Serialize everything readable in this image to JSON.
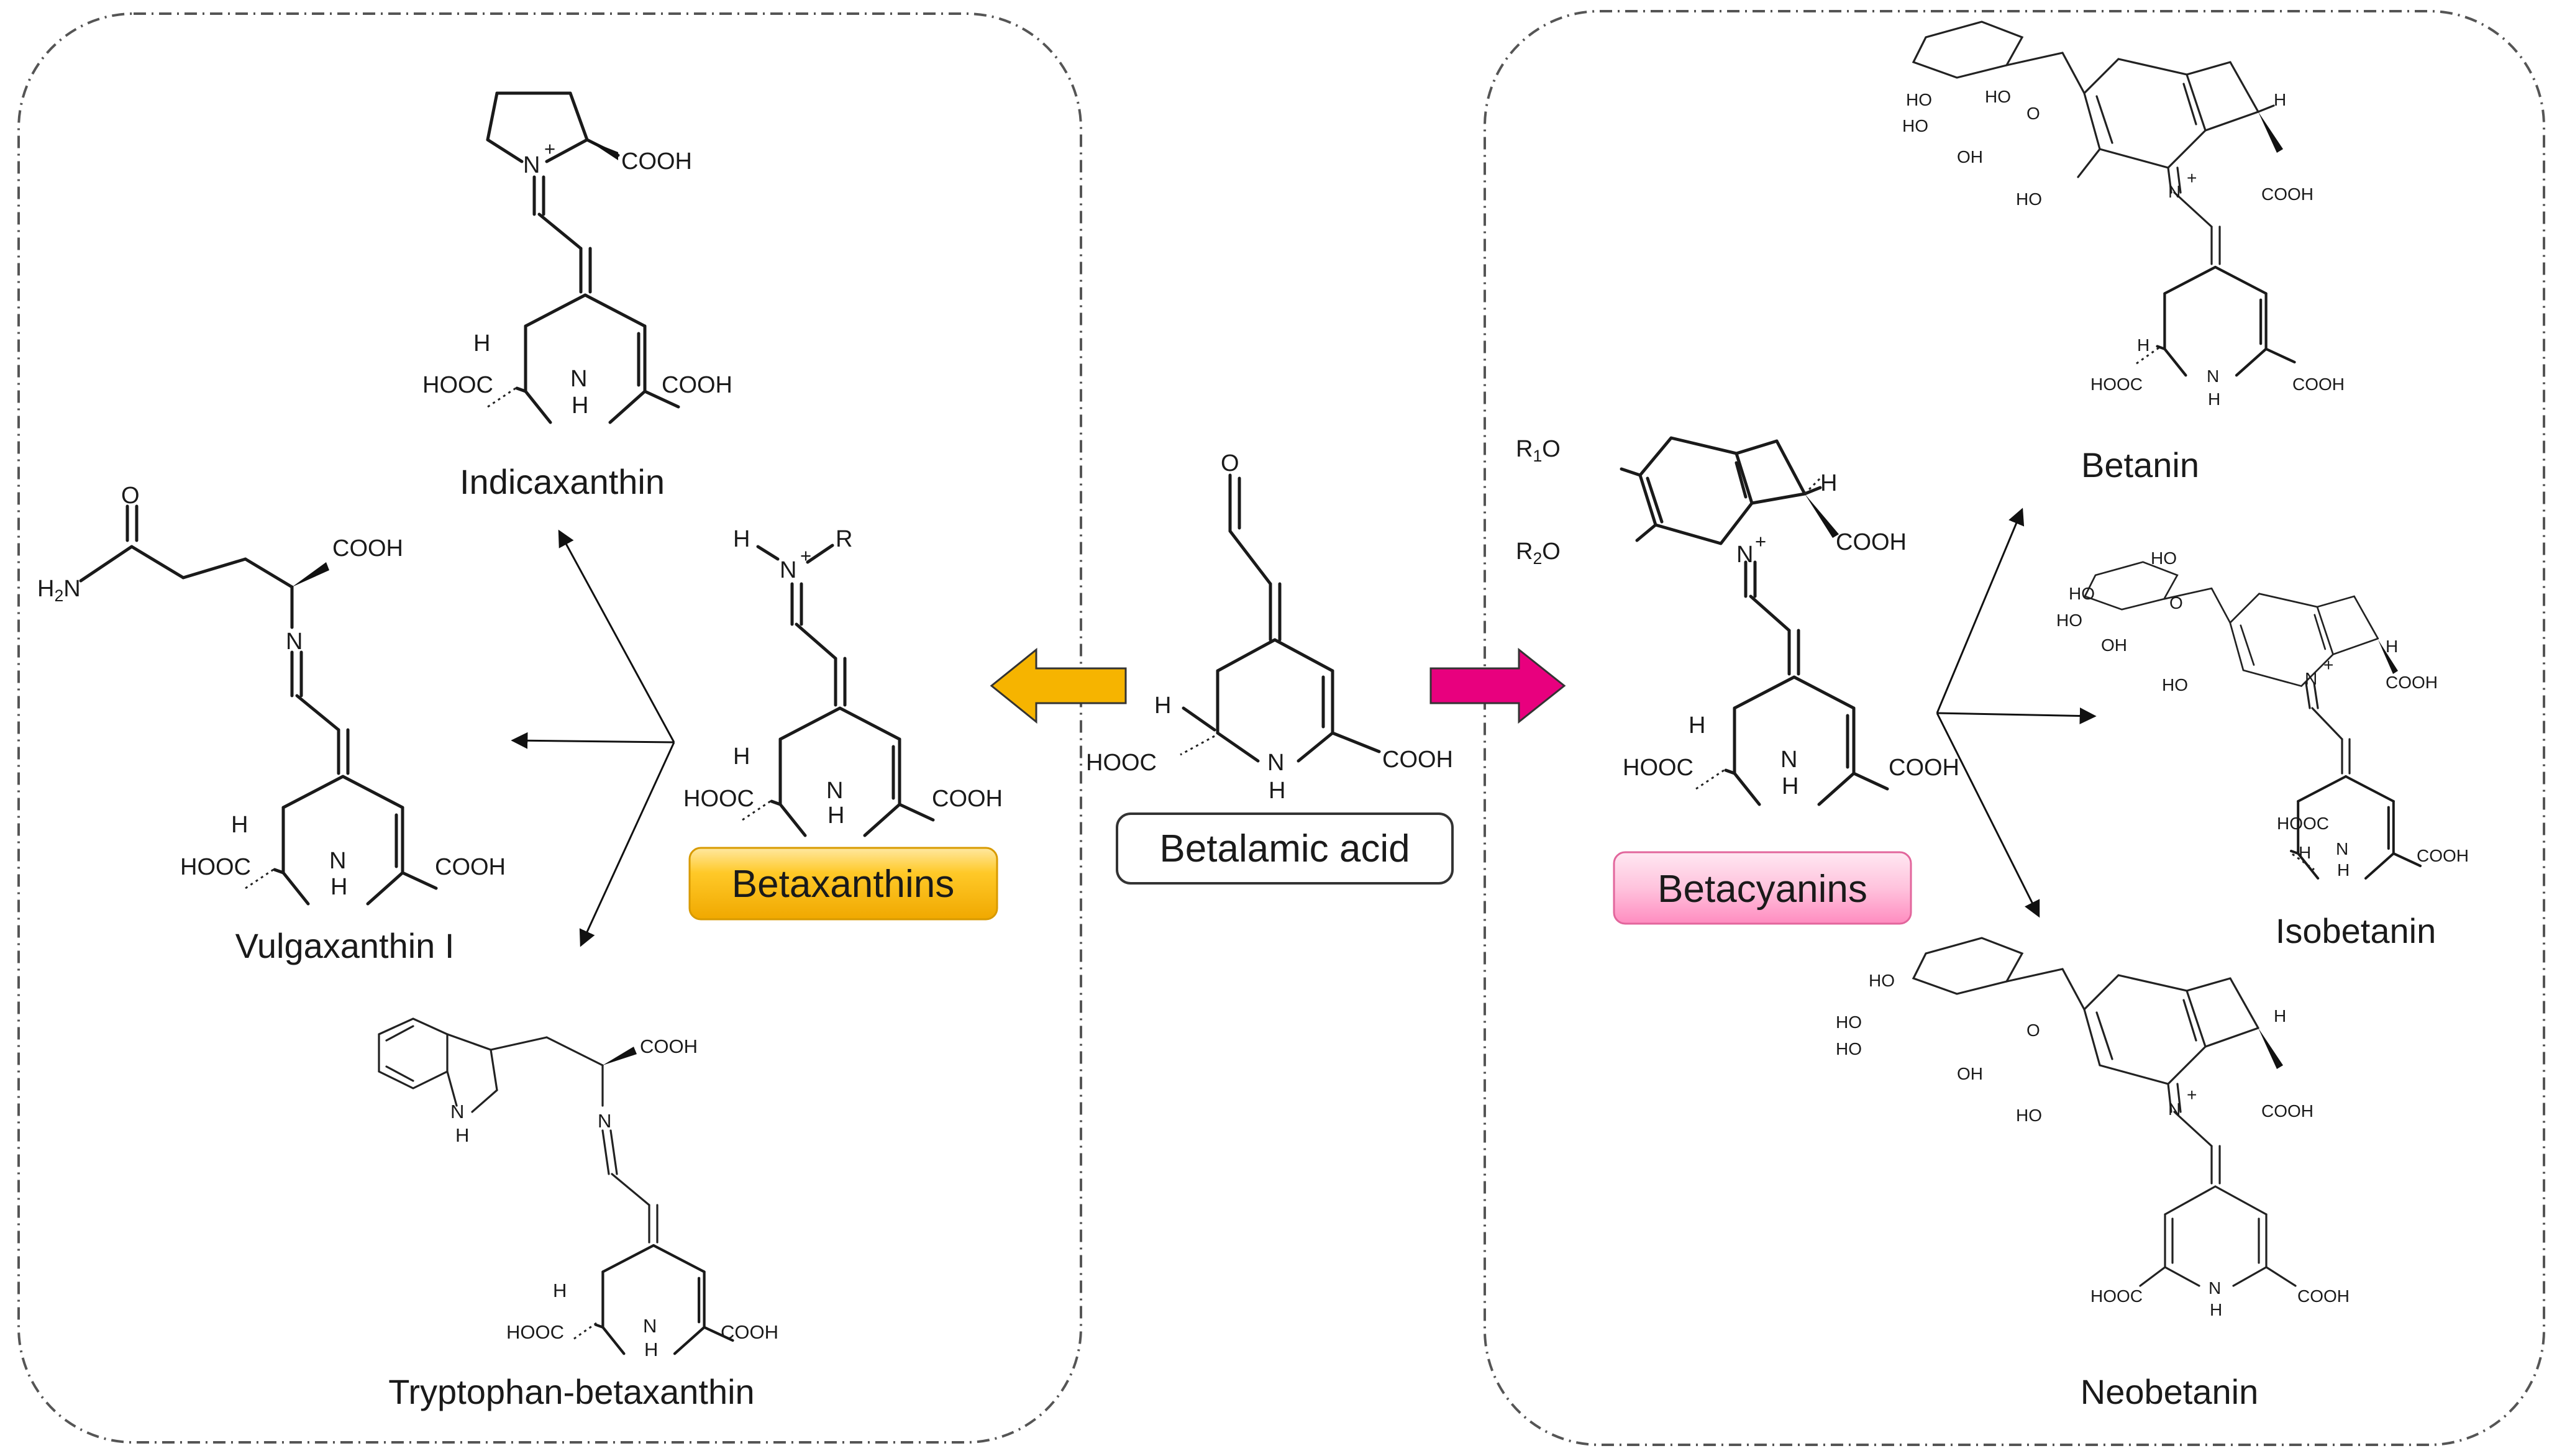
{
  "panels": {
    "left": {
      "label": "Betaxanthins",
      "color": "#f6b400"
    },
    "right": {
      "label": "Betacyanins",
      "color": "#ff8ec0"
    }
  },
  "center": {
    "label": "Betalamic acid",
    "arrow_left_color": "#f6b400",
    "arrow_right_color": "#e8007e"
  },
  "compounds": {
    "indicaxanthin": "Indicaxanthin",
    "vulgaxanthin": "Vulgaxanthin I",
    "tryptophan": "Tryptophan-betaxanthin",
    "betanin": "Betanin",
    "isobetanin": "Isobetanin",
    "neobetanin": "Neobetanin"
  },
  "atoms": {
    "cooh": "COOH",
    "hooc": "HOOC",
    "h": "H",
    "n": "N",
    "o": "O",
    "ho": "HO",
    "oh": "OH",
    "r": "R",
    "h2n": "H2N",
    "r1o": "R1O",
    "r2o": "R2O",
    "n_plus": "+"
  }
}
